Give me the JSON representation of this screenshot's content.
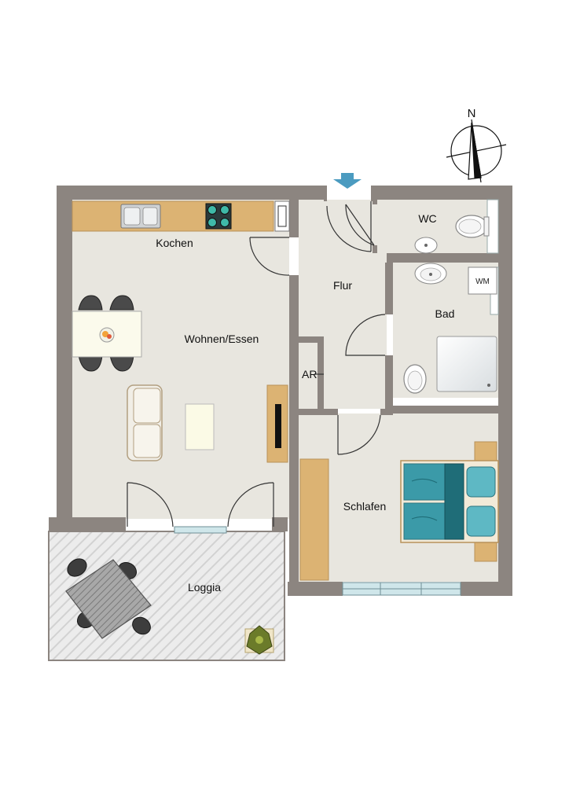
{
  "rooms": {
    "kochen": "Kochen",
    "wohnen": "Wohnen/Essen",
    "flur": "Flur",
    "wc": "WC",
    "bad": "Bad",
    "ar": "AR",
    "schlafen": "Schlafen",
    "loggia": "Loggia"
  },
  "fixtures": {
    "washing_machine": "WM"
  },
  "compass": {
    "north": "N"
  },
  "colors": {
    "wall": "#8c8580",
    "floor": "#e8e6df",
    "wood": "#dcb373",
    "entry_arrow": "#4b9bc0",
    "bed": "#3b9aa8",
    "window": "#cfe6ea"
  }
}
